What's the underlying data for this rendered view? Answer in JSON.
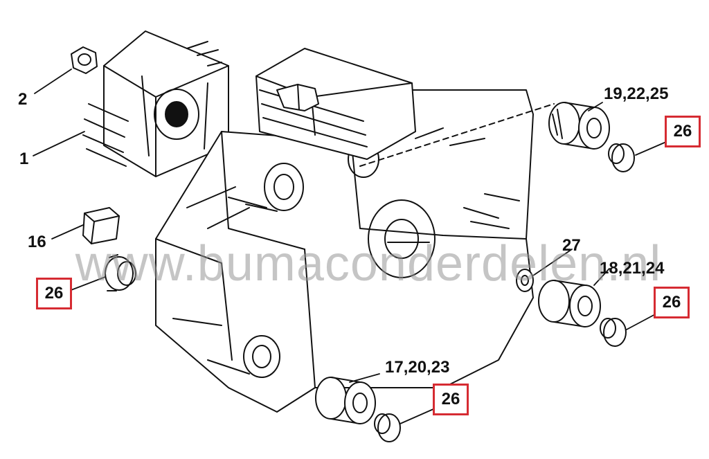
{
  "colors": {
    "line": "#111111",
    "highlight_box": "#d62b32",
    "watermark": "#9a9a9a"
  },
  "callouts": {
    "part_2": "2",
    "part_1": "1",
    "part_16": "16",
    "part_26_left": "26",
    "part_19_22_25": "19,22,25",
    "part_26_top_right": "26",
    "part_27": "27",
    "part_18_21_24": "18,21,24",
    "part_26_mid_right": "26",
    "part_17_20_23": "17,20,23",
    "part_26_bottom": "26"
  },
  "watermark": "www.bumaconderdelen.nl"
}
